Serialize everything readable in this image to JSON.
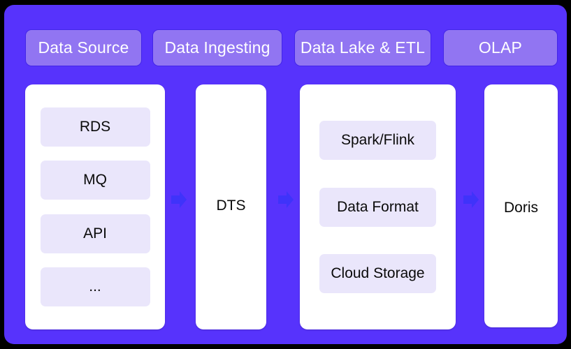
{
  "theme": {
    "panel_bg": "#5733fc",
    "pill_bg": "#9175f2",
    "pill_border": "#4326e8",
    "card_bg": "#ffffff",
    "chip_bg": "#eae6fb",
    "arrow_color": "#3f33fa",
    "pill_text": "#ffffff",
    "chip_text": "#0a0a0a",
    "frame_bg": "#000000"
  },
  "stages": [
    {
      "pill_label": "Data Source",
      "kind": "chips",
      "items": [
        "RDS",
        "MQ",
        "API",
        "..."
      ]
    },
    {
      "pill_label": "Data Ingesting",
      "kind": "single",
      "label": "DTS",
      "items": []
    },
    {
      "pill_label": "Data Lake & ETL",
      "kind": "chips",
      "items": [
        "Spark/Flink",
        "Data Format",
        "Cloud Storage"
      ]
    },
    {
      "pill_label": "OLAP",
      "kind": "single",
      "label": "Doris",
      "items": []
    }
  ],
  "arrows": [
    {
      "name": "arrow-right-icon",
      "from": "Data Source",
      "to": "Data Ingesting"
    },
    {
      "name": "arrow-right-icon",
      "from": "Data Ingesting",
      "to": "Data Lake & ETL"
    },
    {
      "name": "arrow-right-icon",
      "from": "Data Lake & ETL",
      "to": "OLAP"
    }
  ]
}
